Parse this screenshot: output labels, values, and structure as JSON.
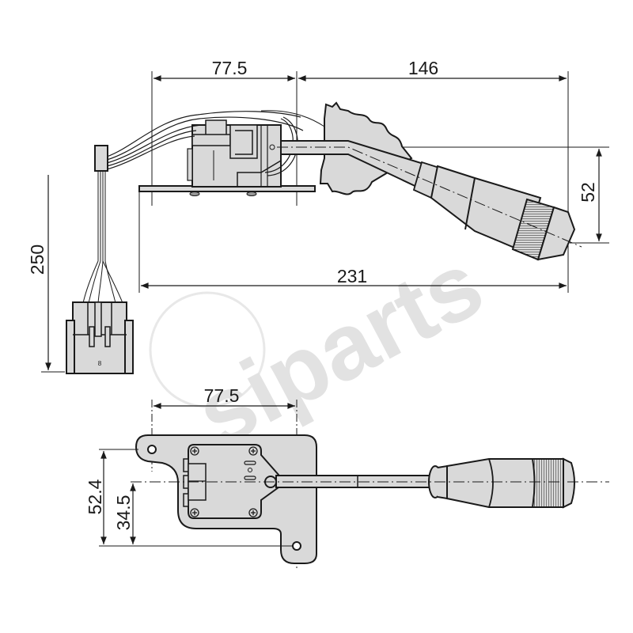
{
  "diagram": {
    "subject": "steering column switch",
    "colors": {
      "line": "#1a1a1a",
      "part_fill": "#d9d9d9",
      "watermark": "#e2e2e2",
      "background": "#ffffff"
    },
    "watermark": {
      "text": "siparts"
    },
    "side_view": {
      "dimensions": {
        "top_left": "77.5",
        "top_right": "146",
        "right_vertical": "52",
        "left_vertical": "250",
        "overall_length": "231"
      },
      "connector_label": "8"
    },
    "top_view": {
      "dimensions": {
        "hole_spacing": "77.5",
        "height_outer": "52.4",
        "height_axis": "34.5"
      }
    }
  }
}
